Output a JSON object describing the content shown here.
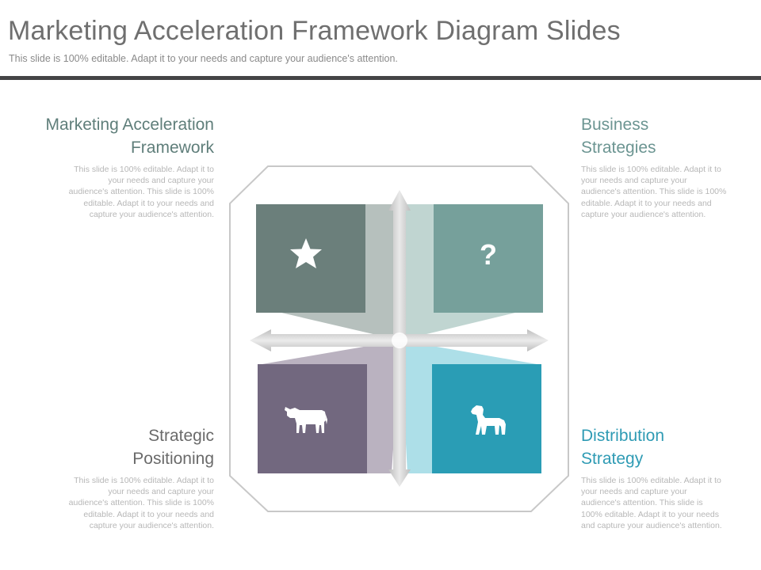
{
  "slide": {
    "title": "Marketing Acceleration Framework Diagram Slides",
    "subtitle": "This slide is 100% editable. Adapt it to your needs and capture your audience's attention."
  },
  "blocks": {
    "top_left": {
      "heading_line1": "Marketing Acceleration",
      "heading_line2": "Framework",
      "body_lines": [
        "This slide is 100% editable. Adapt it to",
        "your needs and capture your",
        "audience's attention. This slide is 100%",
        "editable. Adapt it to your needs and",
        "capture your audience's attention."
      ]
    },
    "top_right": {
      "heading_line1": "Business",
      "heading_line2": "Strategies",
      "body_lines": [
        "This slide is 100% editable. Adapt it to",
        "your needs and capture your",
        "audience's attention. This slide is 100%",
        "editable. Adapt it to your needs and",
        "capture your audience's attention."
      ]
    },
    "bottom_left": {
      "heading_line1": "Strategic",
      "heading_line2": "Positioning",
      "body_lines": [
        "This slide is 100% editable. Adapt it to",
        "your needs and capture your",
        "audience's attention. This slide is 100%",
        "editable. Adapt it to your needs and",
        "capture your audience's attention."
      ]
    },
    "bottom_right": {
      "heading_line1": "Distribution",
      "heading_line2": "Strategy",
      "body_lines": [
        "This slide is 100% editable. Adapt it to",
        "your needs and capture your",
        "audience's attention. This slide is",
        "100% editable. Adapt it to your needs",
        "and capture your audience's attention."
      ]
    }
  },
  "quadrants": {
    "top_left": {
      "color": "#6b7f7b",
      "icon": "star-icon"
    },
    "top_right": {
      "color": "#76a09b",
      "icon": "question-mark-icon",
      "glyph": "?"
    },
    "bottom_left": {
      "color": "#72687f",
      "icon": "cow-icon"
    },
    "bottom_right": {
      "color": "#2a9db5",
      "icon": "dog-icon"
    }
  },
  "colors": {
    "rule": "#444446",
    "frame": "#c8c8c8",
    "arrow": "#c9c9c9"
  }
}
